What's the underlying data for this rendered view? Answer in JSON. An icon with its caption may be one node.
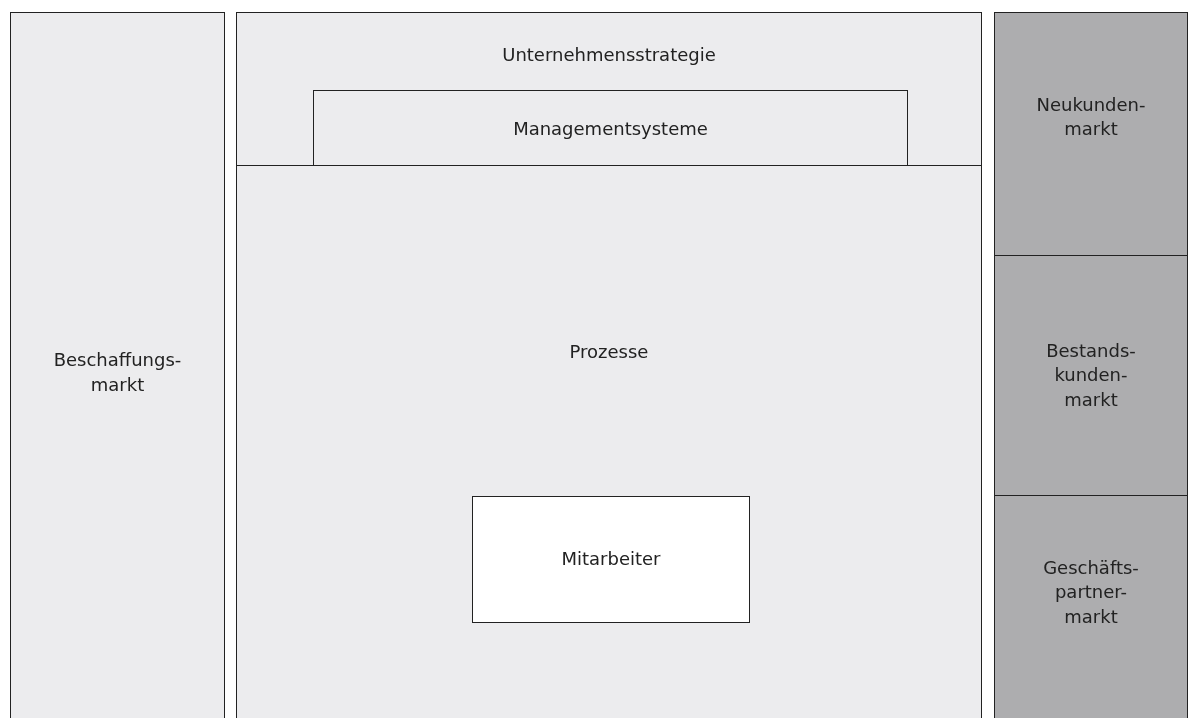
{
  "diagram": {
    "nodes": [
      {
        "text": [
          "Beschaffungs- markt"
        ]
      },
      {
        "text": [
          "Unternehmensstrategie"
        ]
      },
      {
        "text": [
          "Managementsysteme"
        ],
        "in": 1
      },
      {
        "text": [
          "Prozesse"
        ]
      },
      {
        "text": [
          "Mitarbeiter"
        ],
        "in": 3
      },
      {
        "text": [
          "Neukunden- markt"
        ]
      },
      {
        "text": [
          "Bestands- kunden- markt"
        ]
      },
      {
        "text": [
          "Geschäfts- partner- markt"
        ]
      }
    ]
  }
}
